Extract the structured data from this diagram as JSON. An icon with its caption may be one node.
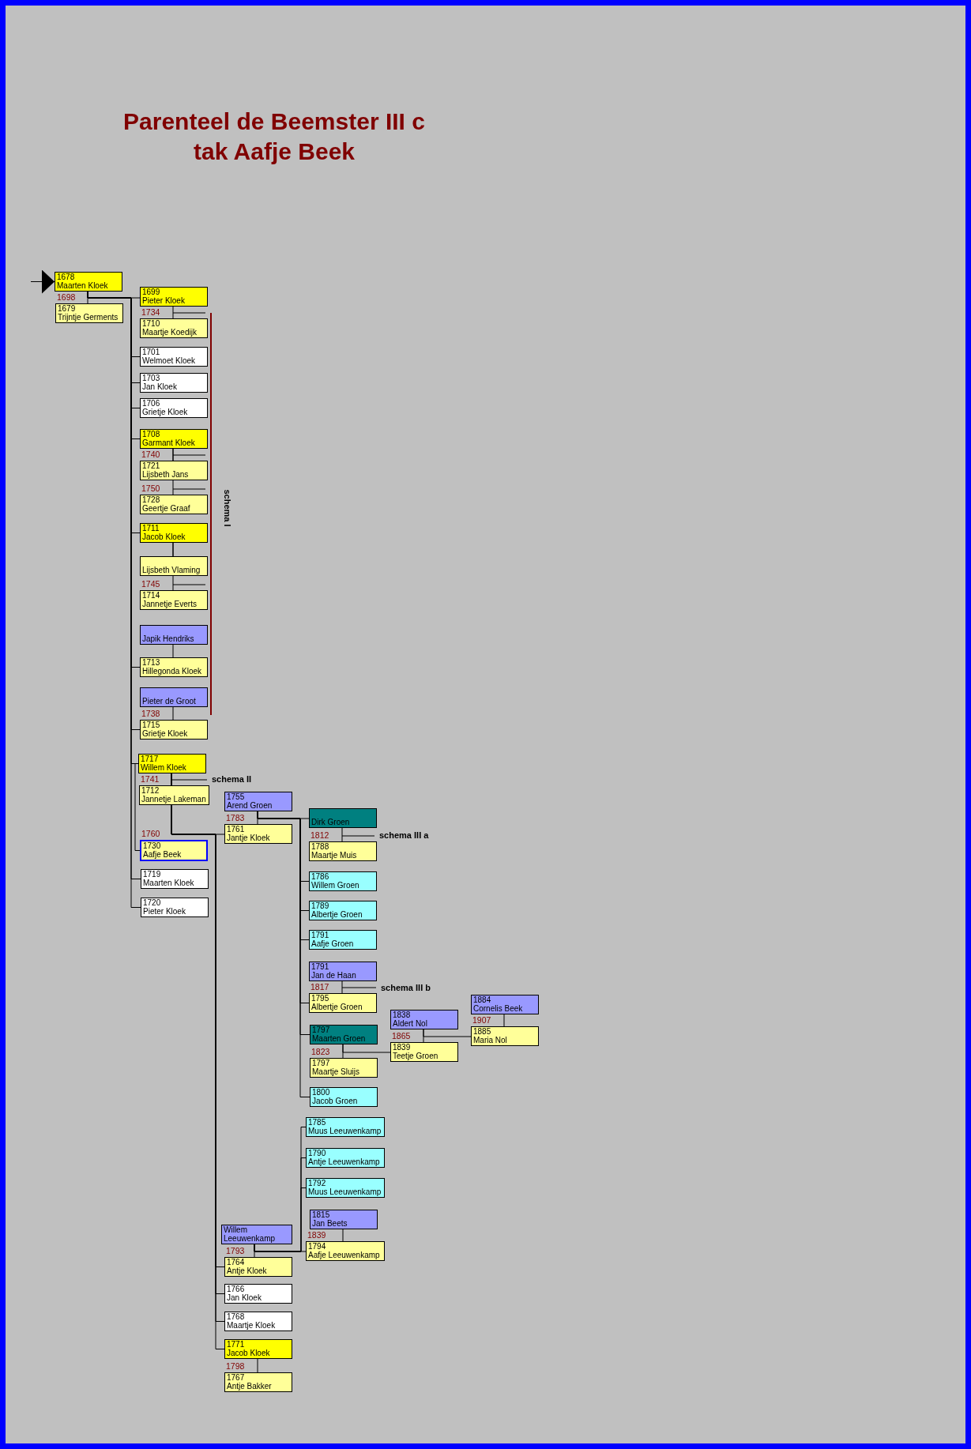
{
  "diagram": {
    "title": "Parenteel de Beemster III c tak Aafje Beek",
    "nodes": [
      {
        "text": [
          "1678",
          "Maarten Kloek"
        ]
      },
      {
        "text": [
          "1679",
          "Trijntje Germents"
        ]
      },
      {
        "text": [
          "1699",
          "Pieter Kloek"
        ]
      },
      {
        "text": [
          "1710",
          "Maartje Koedijk"
        ]
      },
      {
        "text": [
          "1701",
          "Welmoet Kloek"
        ]
      },
      {
        "text": [
          "1703",
          "Jan Kloek"
        ]
      },
      {
        "text": [
          "1706",
          "Grietje Kloek"
        ]
      },
      {
        "text": [
          "1708",
          "Garmant Kloek"
        ]
      },
      {
        "text": [
          "1721",
          "Lijsbeth Jans"
        ]
      },
      {
        "text": [
          "1728",
          "Geertje Graaf"
        ]
      },
      {
        "text": [
          "1711",
          "Jacob Kloek"
        ]
      },
      {
        "text": [
          "Lijsbeth Vlaming"
        ]
      },
      {
        "text": [
          "1714",
          "Jannetje Everts"
        ]
      },
      {
        "text": [
          "Japik Hendriks"
        ]
      },
      {
        "text": [
          "1713",
          "Hillegonda Kloek"
        ]
      },
      {
        "text": [
          "Pieter de Groot"
        ]
      },
      {
        "text": [
          "1715",
          "Grietje Kloek"
        ]
      },
      {
        "text": [
          "1717",
          "Willem Kloek"
        ]
      },
      {
        "text": [
          "1712",
          "Jannetje Lakeman"
        ]
      },
      {
        "text": [
          "schema II"
        ]
      },
      {
        "text": [
          "1730",
          "Aafje Beek"
        ]
      },
      {
        "text": [
          "1719",
          "Maarten Kloek"
        ]
      },
      {
        "text": [
          "1720",
          "Pieter Kloek"
        ]
      },
      {
        "text": [
          "1755",
          "Arend Groen"
        ]
      },
      {
        "text": [
          "1761",
          "Jantje Kloek"
        ]
      },
      {
        "text": [
          "Dirk Groen"
        ]
      },
      {
        "text": [
          "schema III a"
        ]
      },
      {
        "text": [
          "1788",
          "Maartje Muis"
        ]
      },
      {
        "text": [
          "1786",
          "Willem Groen"
        ]
      },
      {
        "text": [
          "1789",
          "Albertje Groen"
        ]
      },
      {
        "text": [
          "1791",
          "Aafje Groen"
        ]
      },
      {
        "text": [
          "1791",
          "Jan de Haan"
        ]
      },
      {
        "text": [
          "schema III b"
        ]
      },
      {
        "text": [
          "1795",
          "Albertje Groen"
        ]
      },
      {
        "text": [
          "1884",
          "Cornelis Beek"
        ]
      },
      {
        "text": [
          "1838",
          "Aldert Nol"
        ]
      },
      {
        "text": [
          "1797",
          "Maarten Groen"
        ]
      },
      {
        "text": [
          "1885",
          "Maria Nol"
        ]
      },
      {
        "text": [
          "1839",
          "Teetje Groen"
        ]
      },
      {
        "text": [
          "1797",
          "Maartje Sluijs"
        ]
      },
      {
        "text": [
          "1800",
          "Jacob Groen"
        ]
      },
      {
        "text": [
          "1785",
          "Muus Leeuwenkamp"
        ]
      },
      {
        "text": [
          "1790",
          "Antje Leeuwenkamp"
        ]
      },
      {
        "text": [
          "1792",
          "Muus Leeuwenkamp"
        ]
      },
      {
        "text": [
          "1815",
          "Jan Beets"
        ]
      },
      {
        "text": [
          "Willem Leeuwenkamp"
        ]
      },
      {
        "text": [
          "1794",
          "Aafje Leeuwenkamp"
        ]
      },
      {
        "text": [
          "1764",
          "Antje Kloek"
        ]
      },
      {
        "text": [
          "1766",
          "Jan Kloek"
        ]
      },
      {
        "text": [
          "1768",
          "Maartje Kloek"
        ]
      },
      {
        "text": [
          "1771",
          "Jacob Kloek"
        ]
      },
      {
        "text": [
          "1767",
          "Antje Bakker"
        ]
      },
      {
        "text": [],
        "shape": "bar",
        "beside": [
          "schema I"
        ]
      }
    ],
    "edges": [
      {
        "from": null,
        "to": 0,
        "arrow": "to"
      },
      {
        "from": 0,
        "to": 1,
        "arrow": "none",
        "label": "1698"
      },
      {
        "from": 2,
        "to": 3,
        "arrow": "none",
        "label": "1734"
      },
      {
        "from": 7,
        "to": 8,
        "arrow": "none",
        "label": "1740"
      },
      {
        "from": 7,
        "to": 9,
        "arrow": "none",
        "label": "1750"
      },
      {
        "from": 10,
        "to": 11,
        "arrow": "none"
      },
      {
        "from": 10,
        "to": 12,
        "arrow": "none",
        "label": "1745"
      },
      {
        "from": 13,
        "to": 14,
        "arrow": "none"
      },
      {
        "from": 15,
        "to": 16,
        "arrow": "none",
        "label": "1738"
      },
      {
        "from": 17,
        "to": 18,
        "arrow": "none",
        "label": "1741"
      },
      {
        "from": 17,
        "to": 20,
        "arrow": "none",
        "label": "1760"
      },
      {
        "from": 23,
        "to": 24,
        "arrow": "none",
        "label": "1783"
      },
      {
        "from": 25,
        "to": 27,
        "arrow": "none",
        "label": "1812"
      },
      {
        "from": 31,
        "to": 33,
        "arrow": "none",
        "label": "1817"
      },
      {
        "from": 34,
        "to": 37,
        "arrow": "none",
        "label": "1907"
      },
      {
        "from": 35,
        "to": 38,
        "arrow": "none",
        "label": "1865"
      },
      {
        "from": 36,
        "to": 39,
        "arrow": "none",
        "label": "1823"
      },
      {
        "from": 44,
        "to": 46,
        "arrow": "none",
        "label": "1839"
      },
      {
        "from": 45,
        "to": 47,
        "arrow": "none",
        "label": "1793"
      },
      {
        "from": 50,
        "to": 51,
        "arrow": "none",
        "label": "1798"
      },
      {
        "from": 3,
        "to": 52,
        "arrow": "none"
      },
      {
        "from": 8,
        "to": 52,
        "arrow": "none"
      },
      {
        "from": 9,
        "to": 52,
        "arrow": "none"
      },
      {
        "from": 12,
        "to": 52,
        "arrow": "none"
      },
      {
        "from": 18,
        "to": 19,
        "arrow": "none"
      },
      {
        "from": 27,
        "to": 26,
        "arrow": "none"
      },
      {
        "from": 33,
        "to": 32,
        "arrow": "none"
      },
      {
        "from": 0,
        "to": 2,
        "arrow": "none"
      },
      {
        "from": 0,
        "to": 4,
        "arrow": "none"
      },
      {
        "from": 0,
        "to": 5,
        "arrow": "none"
      },
      {
        "from": 0,
        "to": 6,
        "arrow": "none"
      },
      {
        "from": 0,
        "to": 7,
        "arrow": "none"
      },
      {
        "from": 0,
        "to": 10,
        "arrow": "none"
      },
      {
        "from": 0,
        "to": 14,
        "arrow": "none"
      },
      {
        "from": 0,
        "to": 16,
        "arrow": "none"
      },
      {
        "from": 0,
        "to": 17,
        "arrow": "none"
      },
      {
        "from": 0,
        "to": 21,
        "arrow": "none"
      },
      {
        "from": 0,
        "to": 22,
        "arrow": "none"
      },
      {
        "from": 17,
        "to": 24,
        "arrow": "none"
      },
      {
        "from": 17,
        "to": 47,
        "arrow": "none"
      },
      {
        "from": 17,
        "to": 48,
        "arrow": "none"
      },
      {
        "from": 17,
        "to": 49,
        "arrow": "none"
      },
      {
        "from": 17,
        "to": 50,
        "arrow": "none"
      },
      {
        "from": 23,
        "to": 25,
        "arrow": "none"
      },
      {
        "from": 23,
        "to": 28,
        "arrow": "none"
      },
      {
        "from": 23,
        "to": 29,
        "arrow": "none"
      },
      {
        "from": 23,
        "to": 30,
        "arrow": "none"
      },
      {
        "from": 23,
        "to": 33,
        "arrow": "none"
      },
      {
        "from": 23,
        "to": 36,
        "arrow": "none"
      },
      {
        "from": 23,
        "to": 40,
        "arrow": "none"
      },
      {
        "from": 36,
        "to": 38,
        "arrow": "none"
      },
      {
        "from": 35,
        "to": 37,
        "arrow": "none"
      },
      {
        "from": 45,
        "to": 41,
        "arrow": "none"
      },
      {
        "from": 45,
        "to": 42,
        "arrow": "none"
      },
      {
        "from": 45,
        "to": 43,
        "arrow": "none"
      },
      {
        "from": 45,
        "to": 46,
        "arrow": "none"
      }
    ]
  }
}
